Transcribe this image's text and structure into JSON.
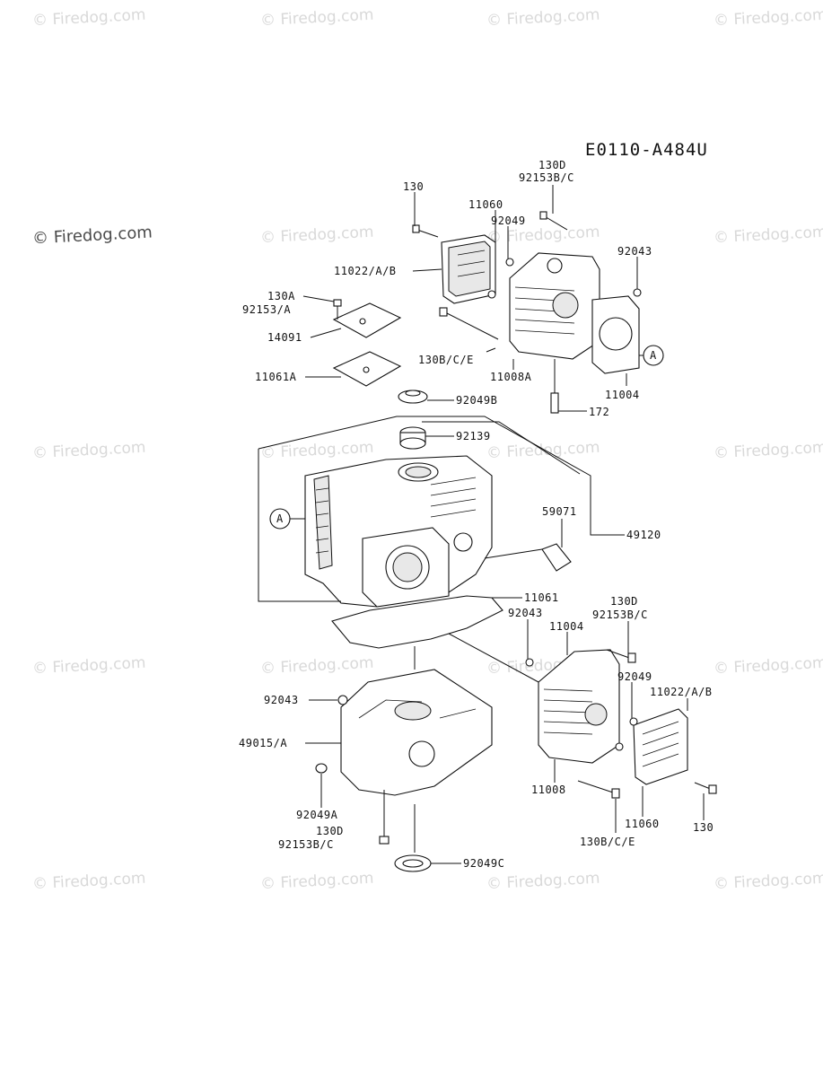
{
  "diagram": {
    "code": "E0110-A484U",
    "watermark": "© Firedog.com",
    "callout_letter": "A",
    "labels": {
      "l130_top": "130",
      "l130d_top": "130D",
      "l92153bc_top": "92153B/C",
      "l11060_top": "11060",
      "l92049_top": "92049",
      "l92043_top": "92043",
      "l11022_top": "11022/A/B",
      "l130a": "130A",
      "l92153a": "92153/A",
      "l14091": "14091",
      "l130bce_top": "130B/C/E",
      "l11008a": "11008A",
      "l11004_top": "11004",
      "l11061a": "11061A",
      "l92049b": "92049B",
      "l172": "172",
      "l92139": "92139",
      "l59071": "59071",
      "l49120": "49120",
      "l11061": "11061",
      "l92043_mid": "92043",
      "l11004_mid": "11004",
      "l130d_mid": "130D",
      "l92153bc_mid": "92153B/C",
      "l92049_mid": "92049",
      "l11022_mid": "11022/A/B",
      "l92043_left": "92043",
      "l49015": "49015/A",
      "l92049a": "92049A",
      "l130d_low": "130D",
      "l92153bc_low": "92153B/C",
      "l11008": "11008",
      "l11060_low": "11060",
      "l130_low": "130",
      "l130bce_low": "130B/C/E",
      "l92049c": "92049C"
    }
  }
}
